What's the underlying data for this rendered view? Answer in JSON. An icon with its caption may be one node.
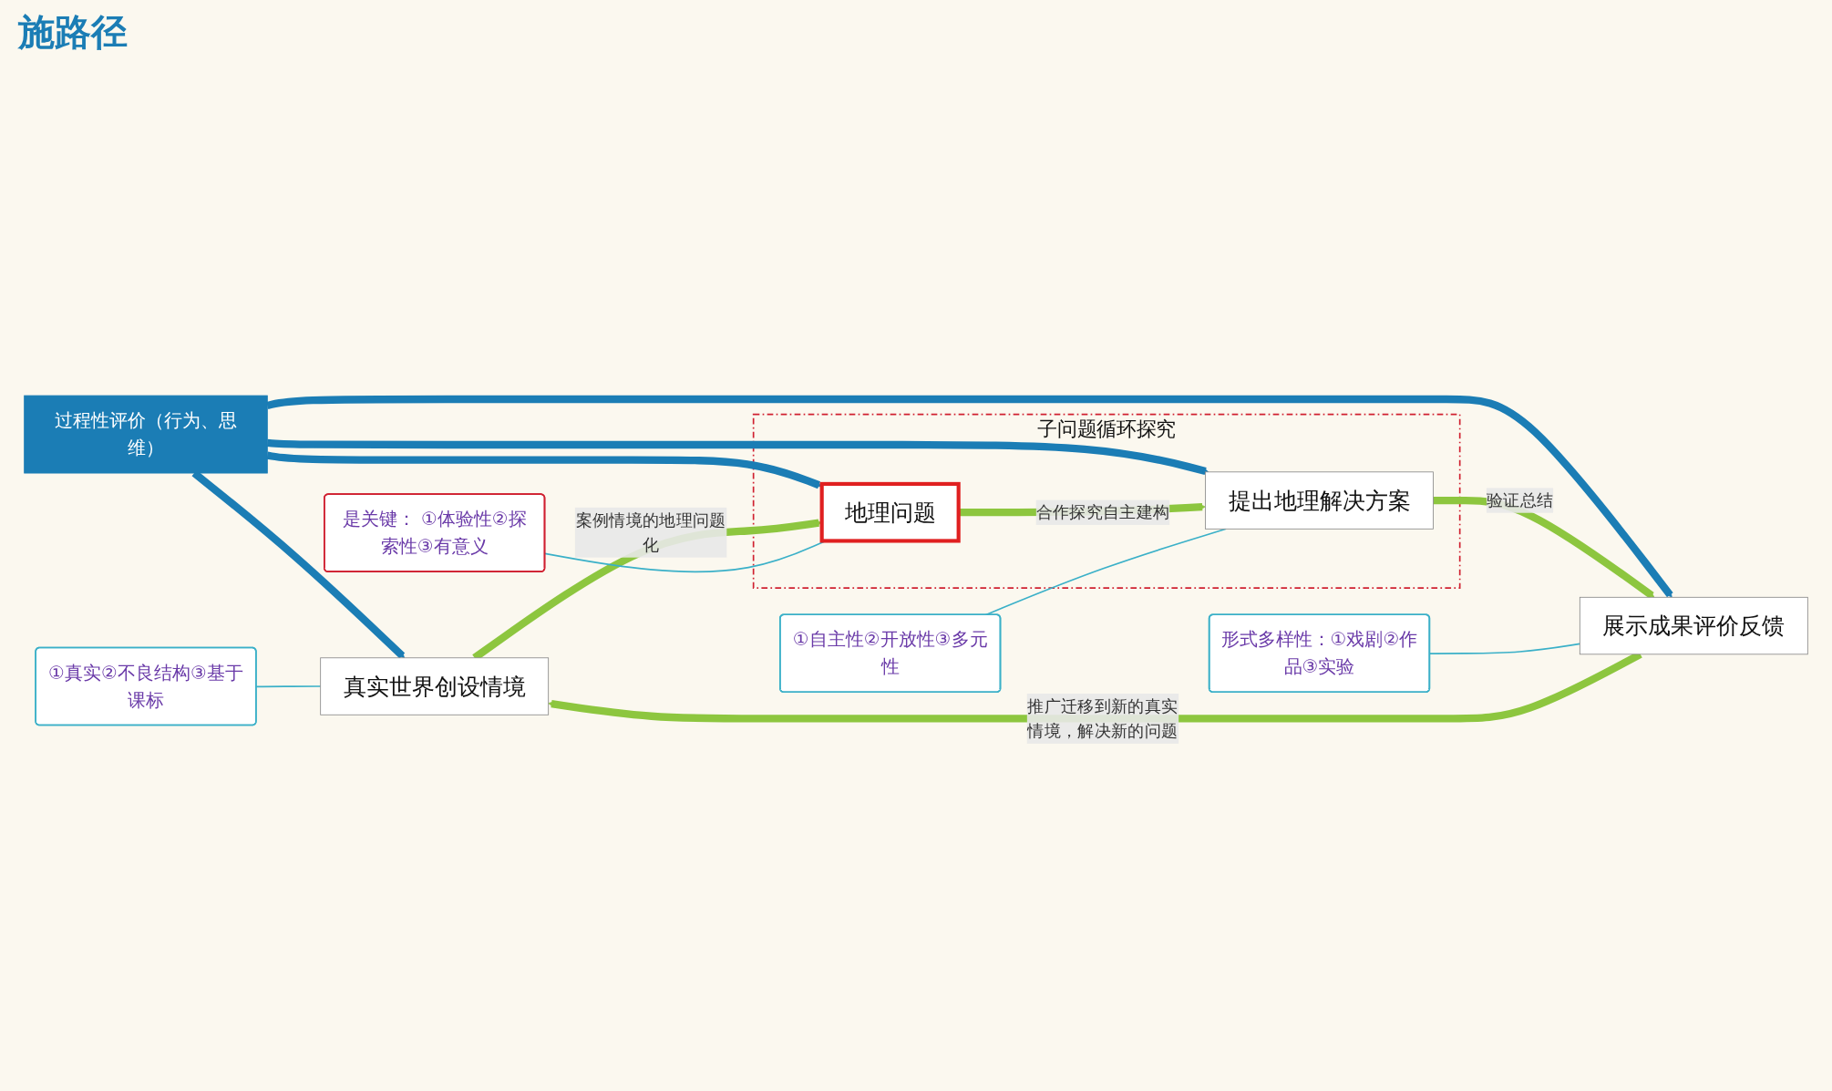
{
  "diagram": {
    "title": "施路径",
    "nodes": [
      {
        "text": [
          "过程性评价（行为、思维）"
        ]
      },
      {
        "text": [
          "真实世界创设情境"
        ]
      },
      {
        "text": [
          "子问题循环探究"
        ]
      },
      {
        "text": [
          "地理问题"
        ],
        "in": 2
      },
      {
        "text": [
          "提出地理解决方案"
        ],
        "in": 2
      },
      {
        "text": [
          "展示成果评价反馈"
        ]
      },
      {
        "text": [
          "①真实②不良结构③基于课标"
        ]
      },
      {
        "text": [
          "①自主性②开放性③多元性"
        ]
      },
      {
        "text": [
          "是关键： ①体验性②探索性③有意义"
        ]
      },
      {
        "text": [
          "形式多样性：①戏剧②作品③实验"
        ]
      }
    ],
    "edges": [
      {
        "from": 0,
        "to": 1,
        "arrow": "to",
        "color": "#1b7db5"
      },
      {
        "from": 0,
        "to": 3,
        "arrow": "to",
        "color": "#1b7db5"
      },
      {
        "from": 0,
        "to": 4,
        "arrow": "to",
        "color": "#1b7db5"
      },
      {
        "from": 0,
        "to": 5,
        "arrow": "to",
        "color": "#1b7db5"
      },
      {
        "from": 1,
        "to": 3,
        "arrow": "to",
        "label": "案例情境的地理问题化",
        "color": "#8dc63f"
      },
      {
        "from": 3,
        "to": 4,
        "arrow": "to",
        "label": "合作探究自主建构",
        "color": "#8dc63f"
      },
      {
        "from": 4,
        "to": 5,
        "arrow": "to",
        "label": "验证总结",
        "color": "#8dc63f"
      },
      {
        "from": 5,
        "to": 1,
        "arrow": "to",
        "label": "推广迁移到新的真实情境，解决新的问题",
        "color": "#8dc63f"
      },
      {
        "from": 6,
        "to": 1,
        "arrow": "none"
      },
      {
        "from": 7,
        "to": 4,
        "arrow": "none"
      },
      {
        "from": 8,
        "to": 3,
        "arrow": "none"
      },
      {
        "from": 9,
        "to": 5,
        "arrow": "none"
      }
    ]
  }
}
